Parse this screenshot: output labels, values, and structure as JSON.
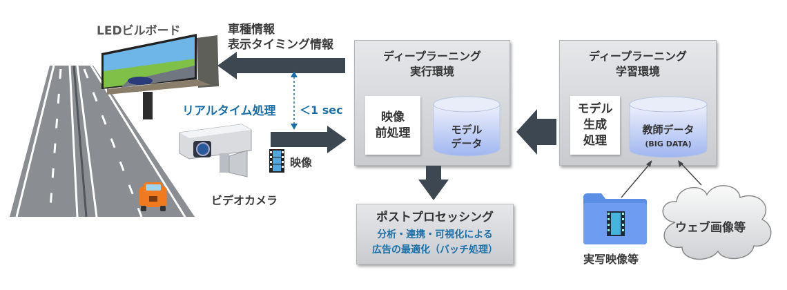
{
  "left_scene": {
    "billboard_label": "LEDビルボード",
    "camera_label": "ビデオカメラ",
    "video_label": "映像"
  },
  "info_arrow": {
    "line1": "車種情報",
    "line2": "表示タイミング情報"
  },
  "realtime": {
    "label": "リアルタイム処理",
    "latency": "＜1 sec"
  },
  "exec_env": {
    "title_line1": "ディープラーニング",
    "title_line2": "実行環境",
    "preprocess_line1": "映像",
    "preprocess_line2": "前処理",
    "model_line1": "モデル",
    "model_line2": "データ"
  },
  "train_env": {
    "title_line1": "ディープラーニング",
    "title_line2": "学習環境",
    "generate_line1": "モデル",
    "generate_line2": "生成",
    "generate_line3": "処理",
    "teacher_line1": "教師データ",
    "teacher_line2": "(BIG DATA)"
  },
  "post": {
    "title": "ポストプロセッシング",
    "line1": "分析・連携・可視化による",
    "line2": "広告の最適化（バッチ処理）"
  },
  "sources": {
    "folder_label": "実写映像等",
    "cloud_label": "ウェブ画像等"
  },
  "colors": {
    "arrow": "#3d4751",
    "accent_blue": "#1a6fa8",
    "folder": "#5b8fe6"
  }
}
